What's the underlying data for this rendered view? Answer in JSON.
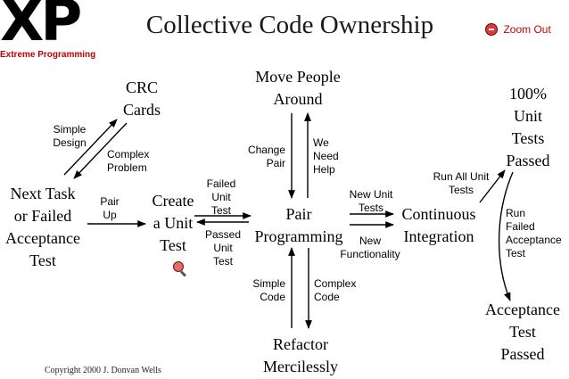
{
  "logo": {
    "mark": "XP",
    "subtitle": "Extreme Programming"
  },
  "title": "Collective Code Ownership",
  "zoom": {
    "icon": "zoom-out-icon",
    "label": "Zoom Out"
  },
  "nodes": {
    "crc_cards": "CRC\nCards",
    "next_task": "Next Task\nor Failed\nAcceptance\nTest",
    "create_unit_test": "Create\na Unit\nTest",
    "move_people": "Move People\nAround",
    "pair_programming": "Pair\nProgramming",
    "continuous_integration": "Continuous\nIntegration",
    "unit_tests_passed": "100%\nUnit\nTests\nPassed",
    "acceptance_test_passed": "Acceptance\nTest\nPassed",
    "refactor": "Refactor\nMercilessly"
  },
  "edge_labels": {
    "simple_design": "Simple\nDesign",
    "complex_problem": "Complex\nProblem",
    "pair_up": "Pair\nUp",
    "failed_unit_test": "Failed\nUnit\nTest",
    "passed_unit_test": "Passed\nUnit\nTest",
    "change_pair": "Change\nPair",
    "we_need_help": "We\nNeed\nHelp",
    "new_unit_tests": "New Unit\nTests",
    "new_functionality": "New\nFunctionality",
    "run_all_unit_tests": "Run All Unit\nTests",
    "run_failed_acceptance": "Run\nFailed\nAcceptance\nTest",
    "simple_code": "Simple\nCode",
    "complex_code": "Complex\nCode"
  },
  "magnifier_icon": "magnifier-icon",
  "copyright": "Copyright 2000 J. Donvan Wells"
}
